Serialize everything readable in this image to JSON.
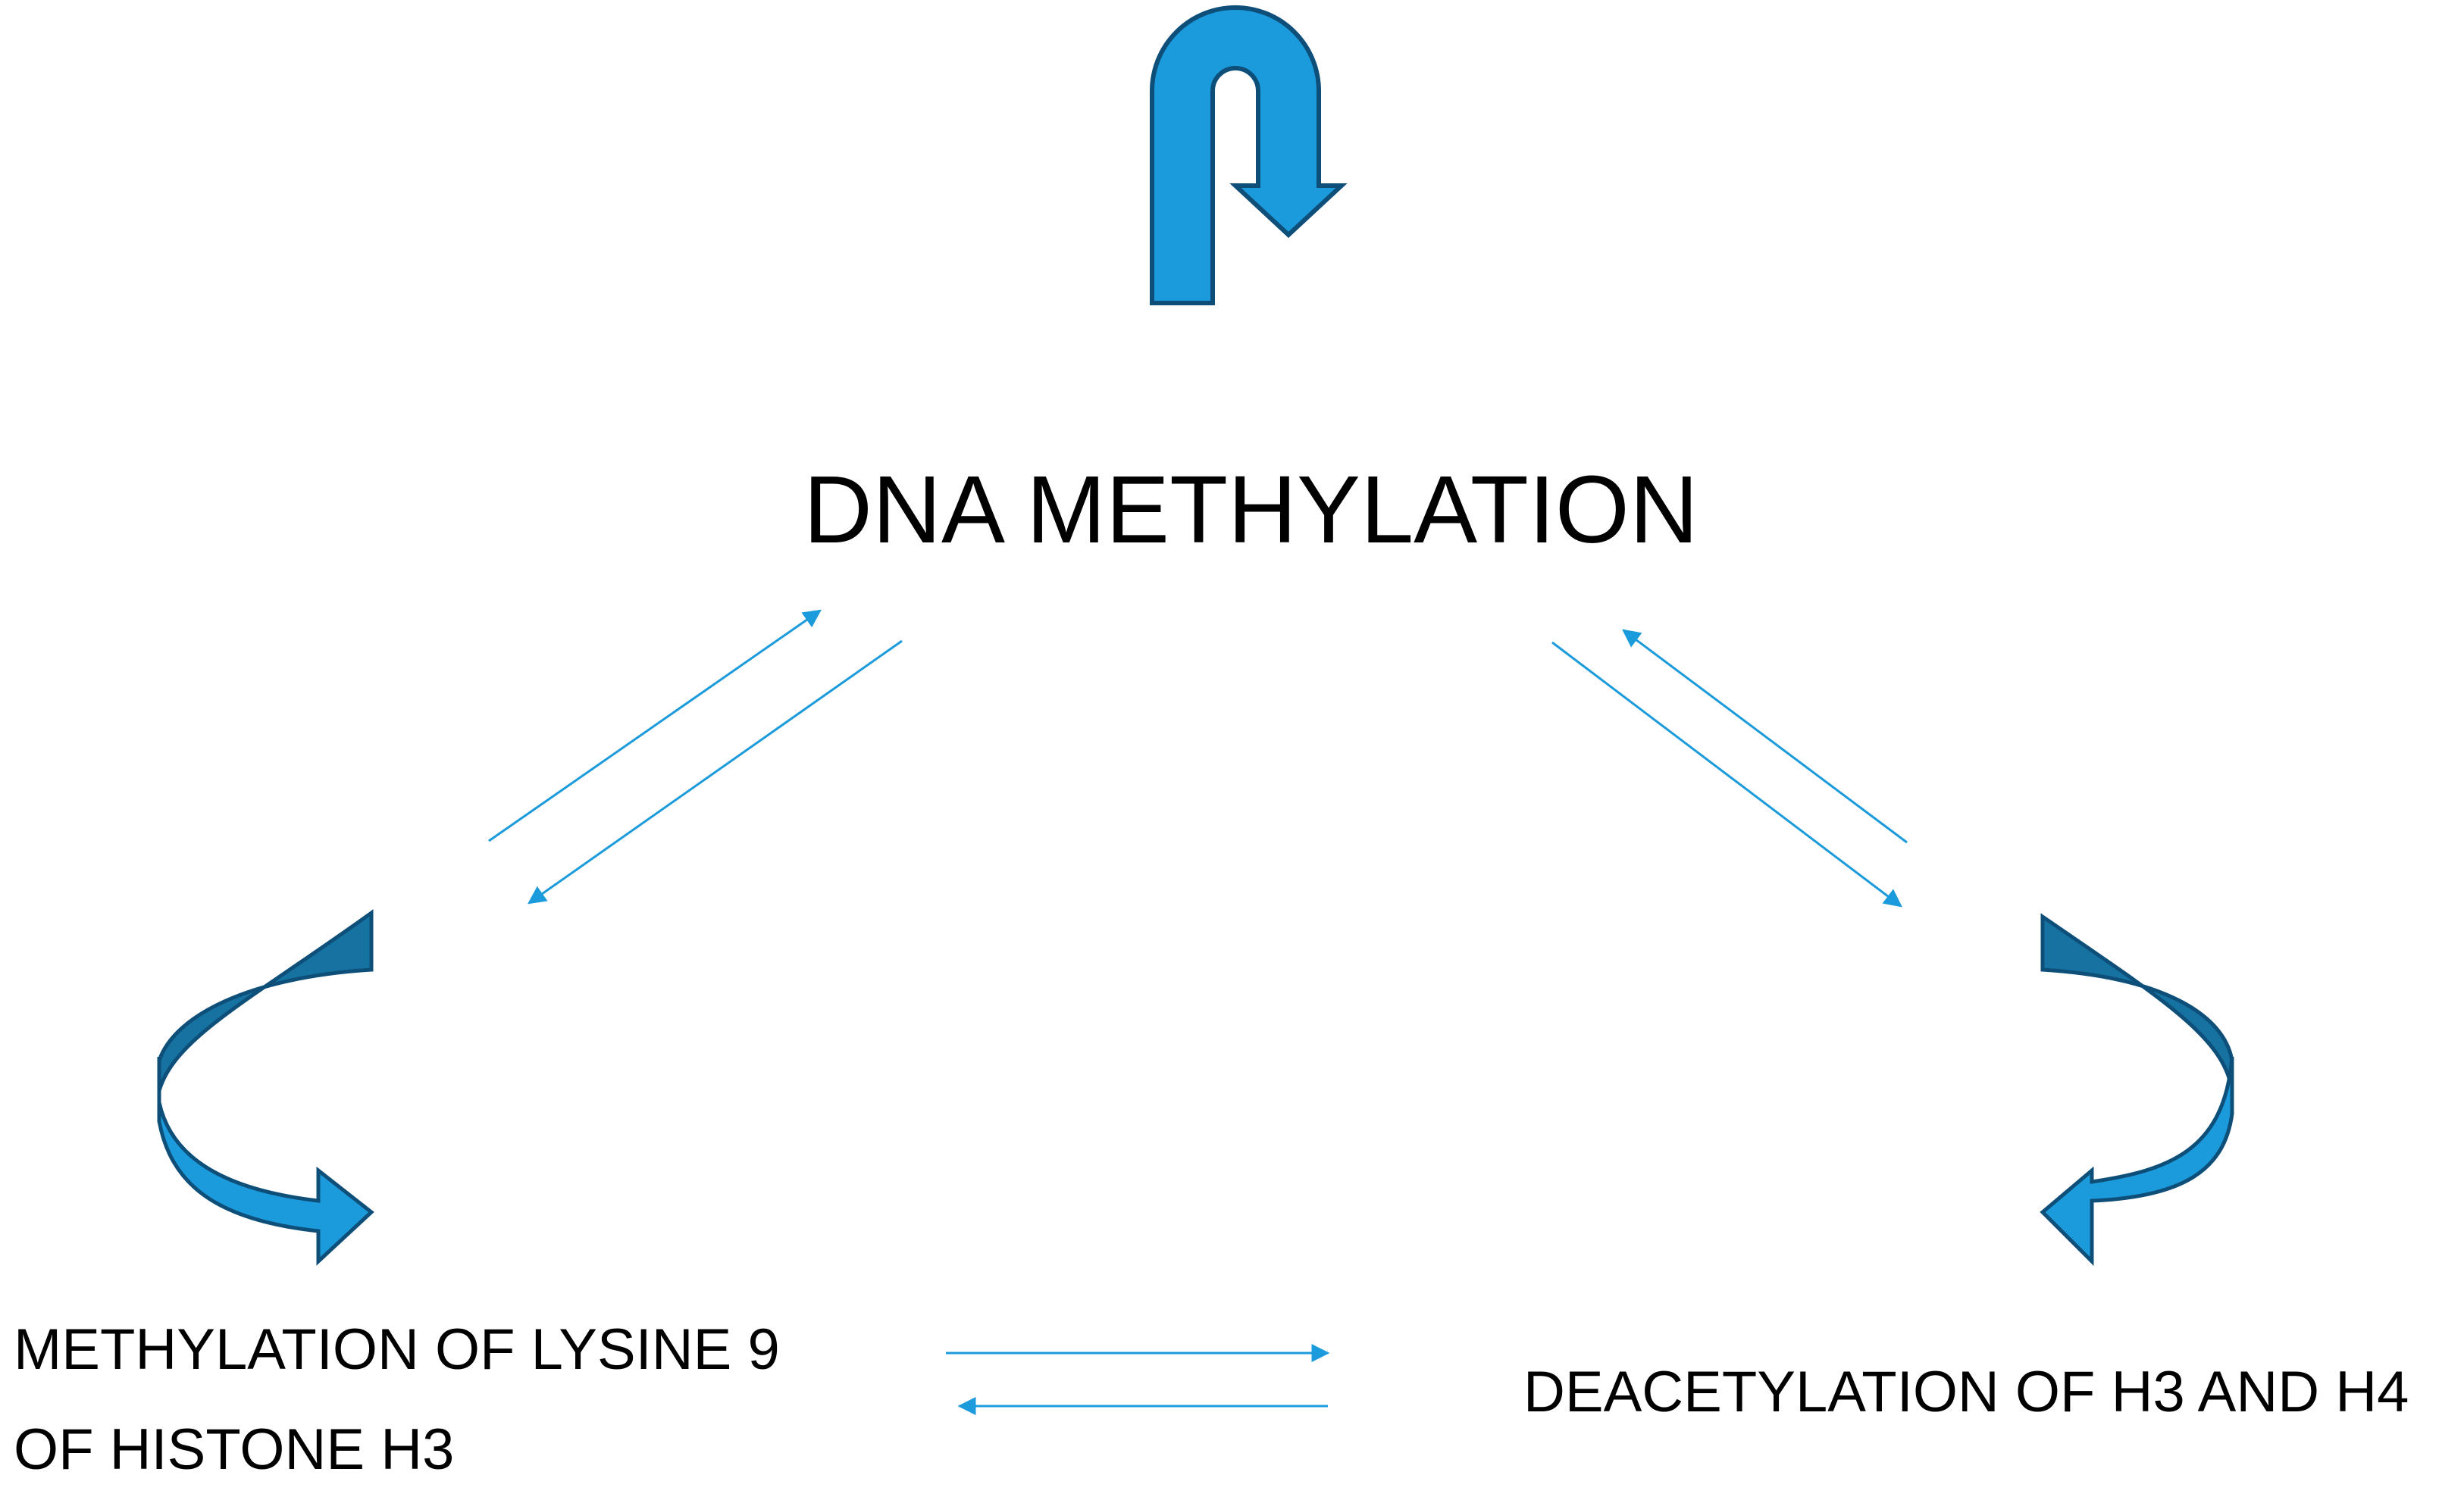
{
  "diagram": {
    "title": "DNA METHYLATION",
    "left_node": {
      "line1": "METHYLATION OF LYSINE 9",
      "line2": "OF HISTONE H3"
    },
    "right_node": {
      "label": "DEACETYLATION OF H3 AND H4"
    }
  },
  "colors": {
    "arrow_fill": "#1b9bdb",
    "arrow_dark": "#1572a1",
    "arrow_stroke": "#0e4f7a",
    "thin_arrow": "#1b9bdb",
    "text": "#000000"
  },
  "icons": {
    "top": "u-turn-arrow-icon",
    "left": "curved-down-right-arrow-icon",
    "right": "curved-down-left-arrow-icon"
  }
}
